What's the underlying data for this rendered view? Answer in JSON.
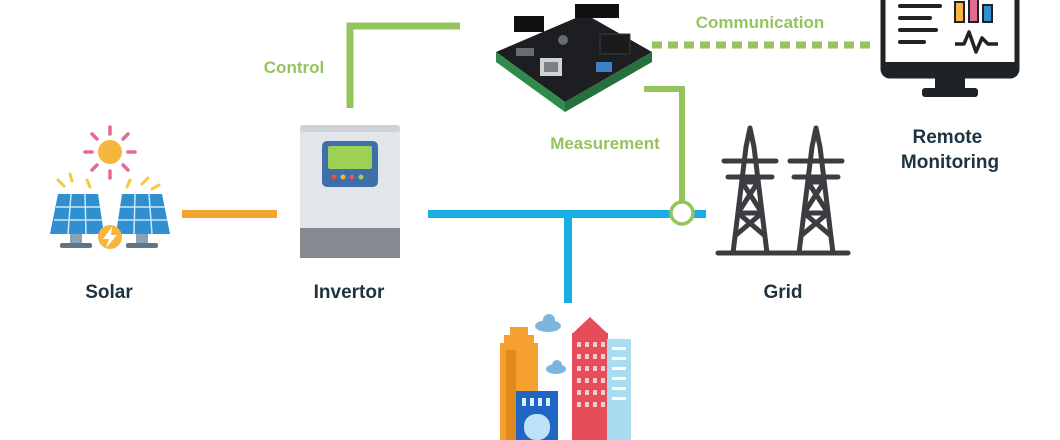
{
  "nodes": {
    "solar": "Solar",
    "invertor": "Invertor",
    "grid": "Grid",
    "remote_line1": "Remote",
    "remote_line2": "Monitoring"
  },
  "links": {
    "control": "Control",
    "communication": "Communication",
    "measurement": "Measurement"
  },
  "colors": {
    "label_dark": "#1e3340",
    "link_green": "#95c35c",
    "power_blue": "#18aee3",
    "solar_orange": "#f2a62f"
  }
}
